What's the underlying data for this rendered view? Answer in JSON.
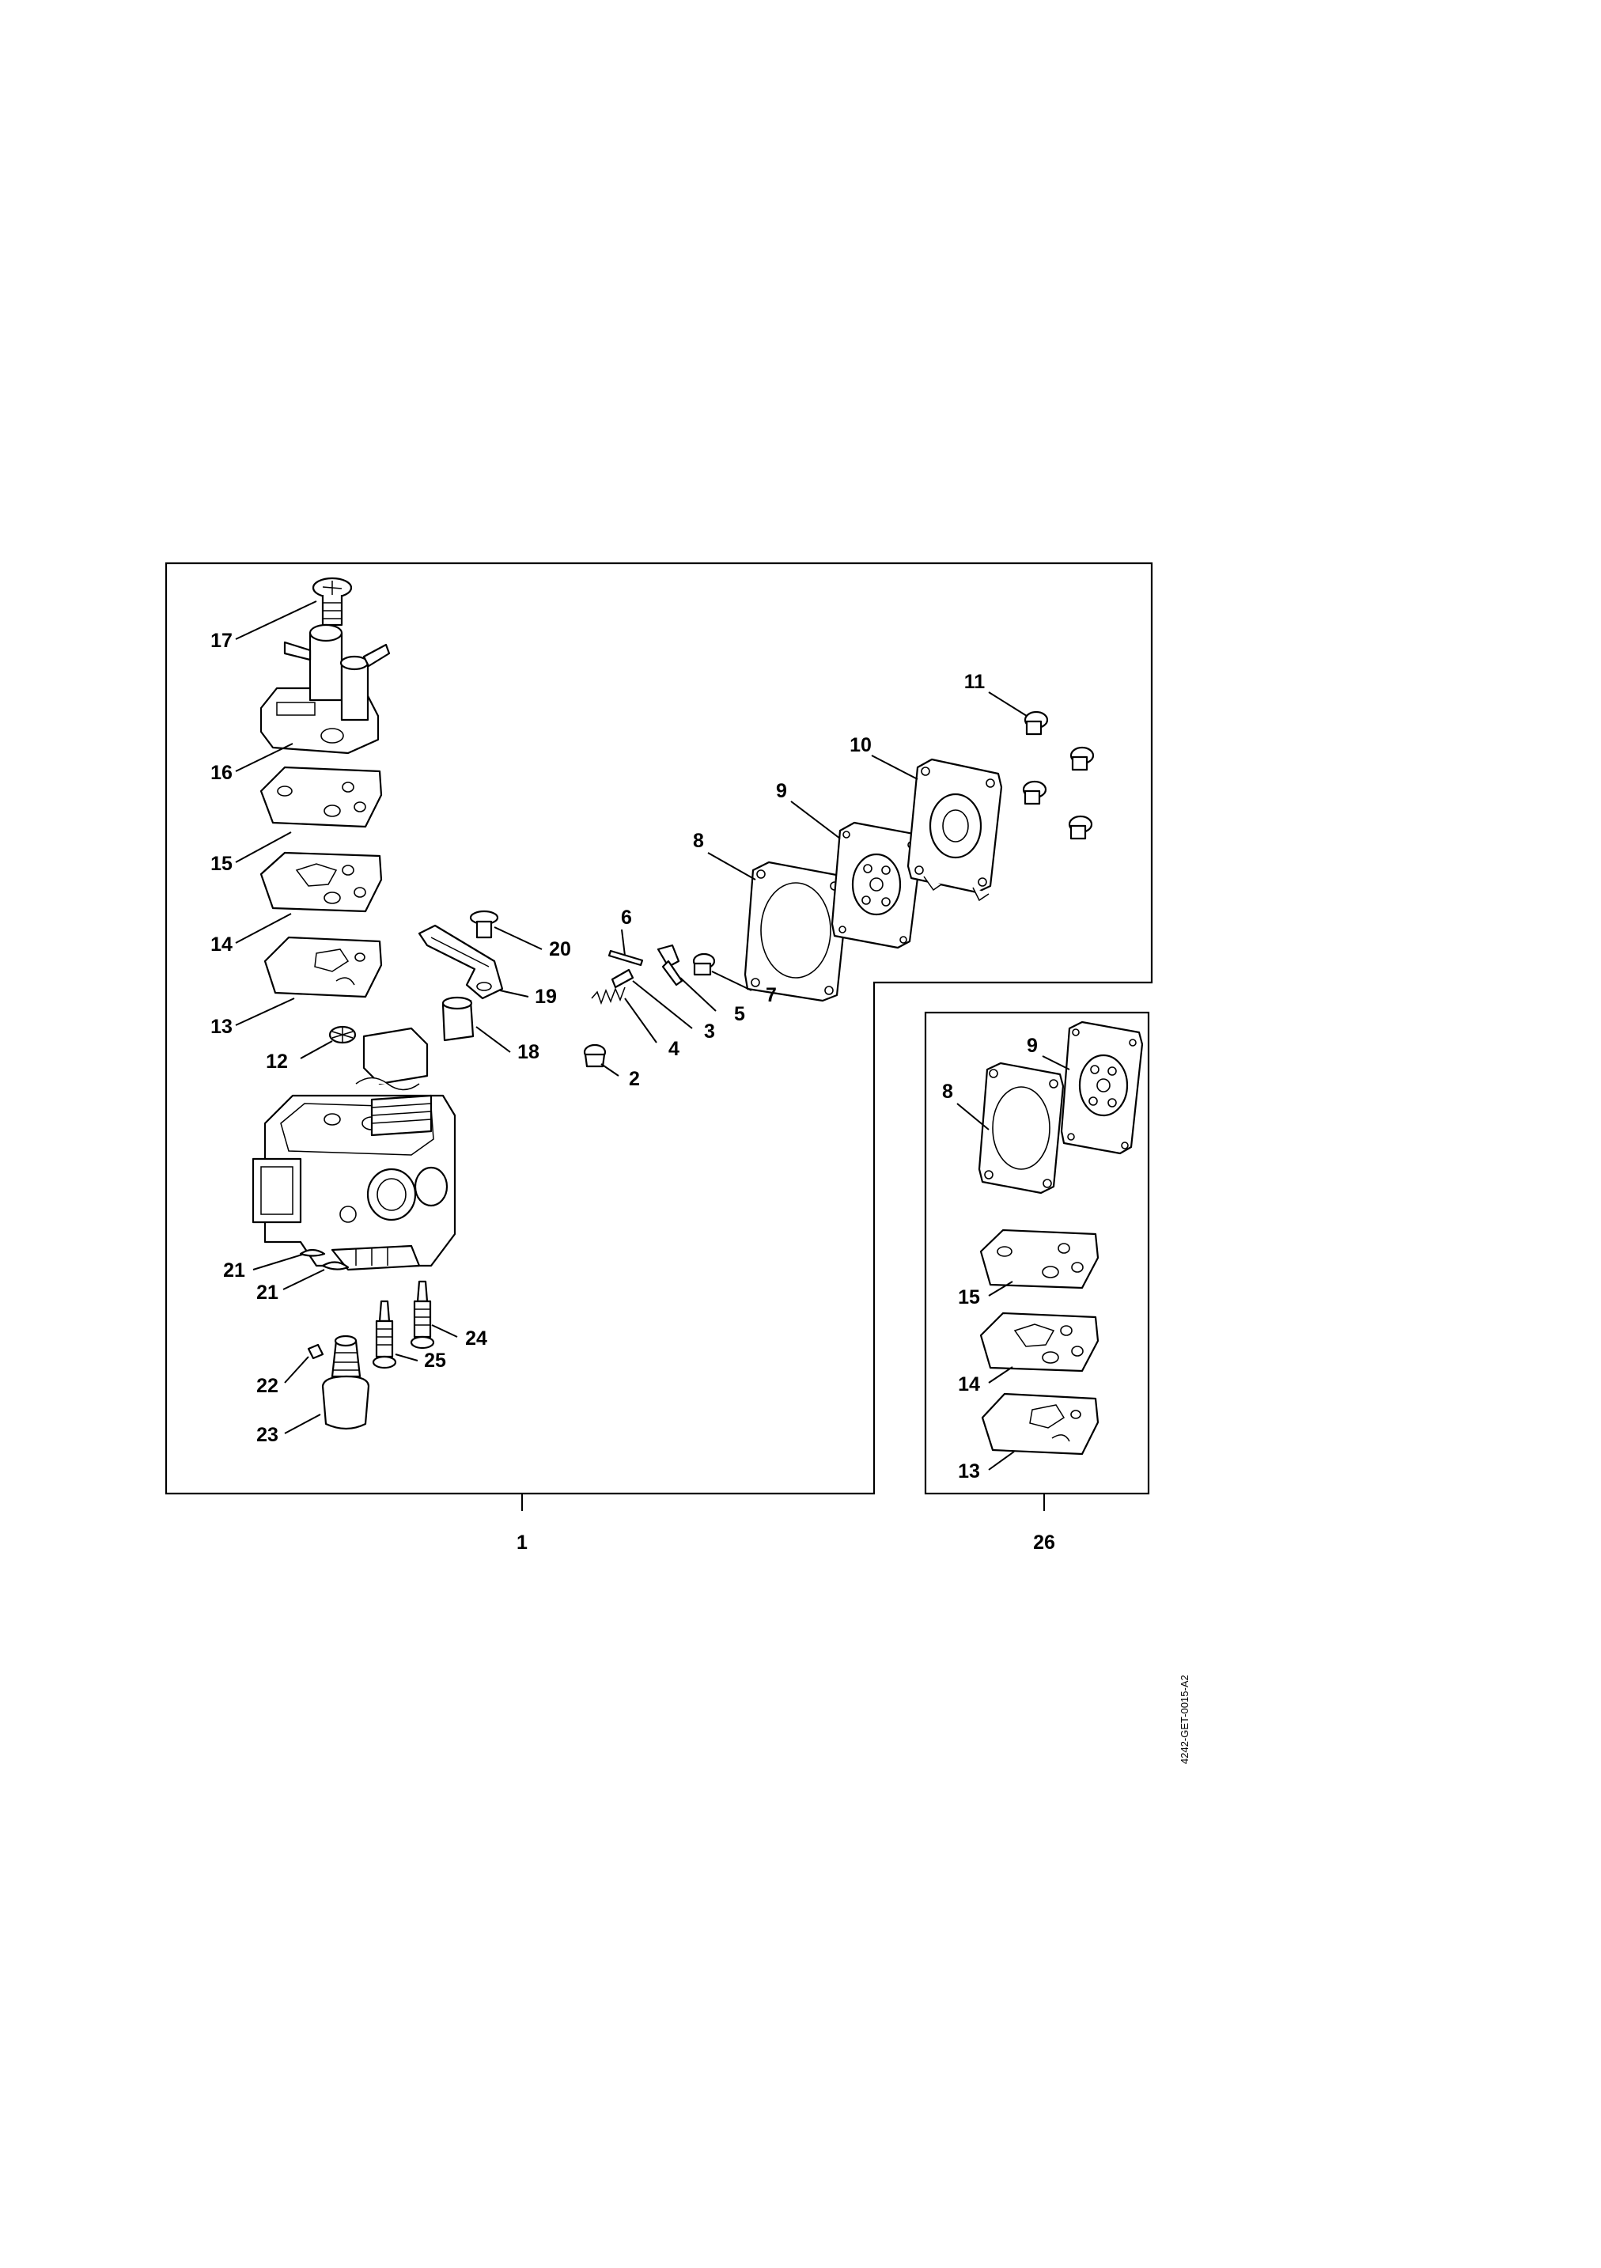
{
  "callouts": [
    "1",
    "2",
    "3",
    "4",
    "5",
    "6",
    "7",
    "8",
    "9",
    "10",
    "11",
    "12",
    "13",
    "14",
    "15",
    "16",
    "17",
    "18",
    "19",
    "20",
    "21",
    "21",
    "22",
    "23",
    "24",
    "25",
    "26",
    "9",
    "8",
    "15",
    "14",
    "13"
  ],
  "document_id": "4242-GET-0015-A2"
}
